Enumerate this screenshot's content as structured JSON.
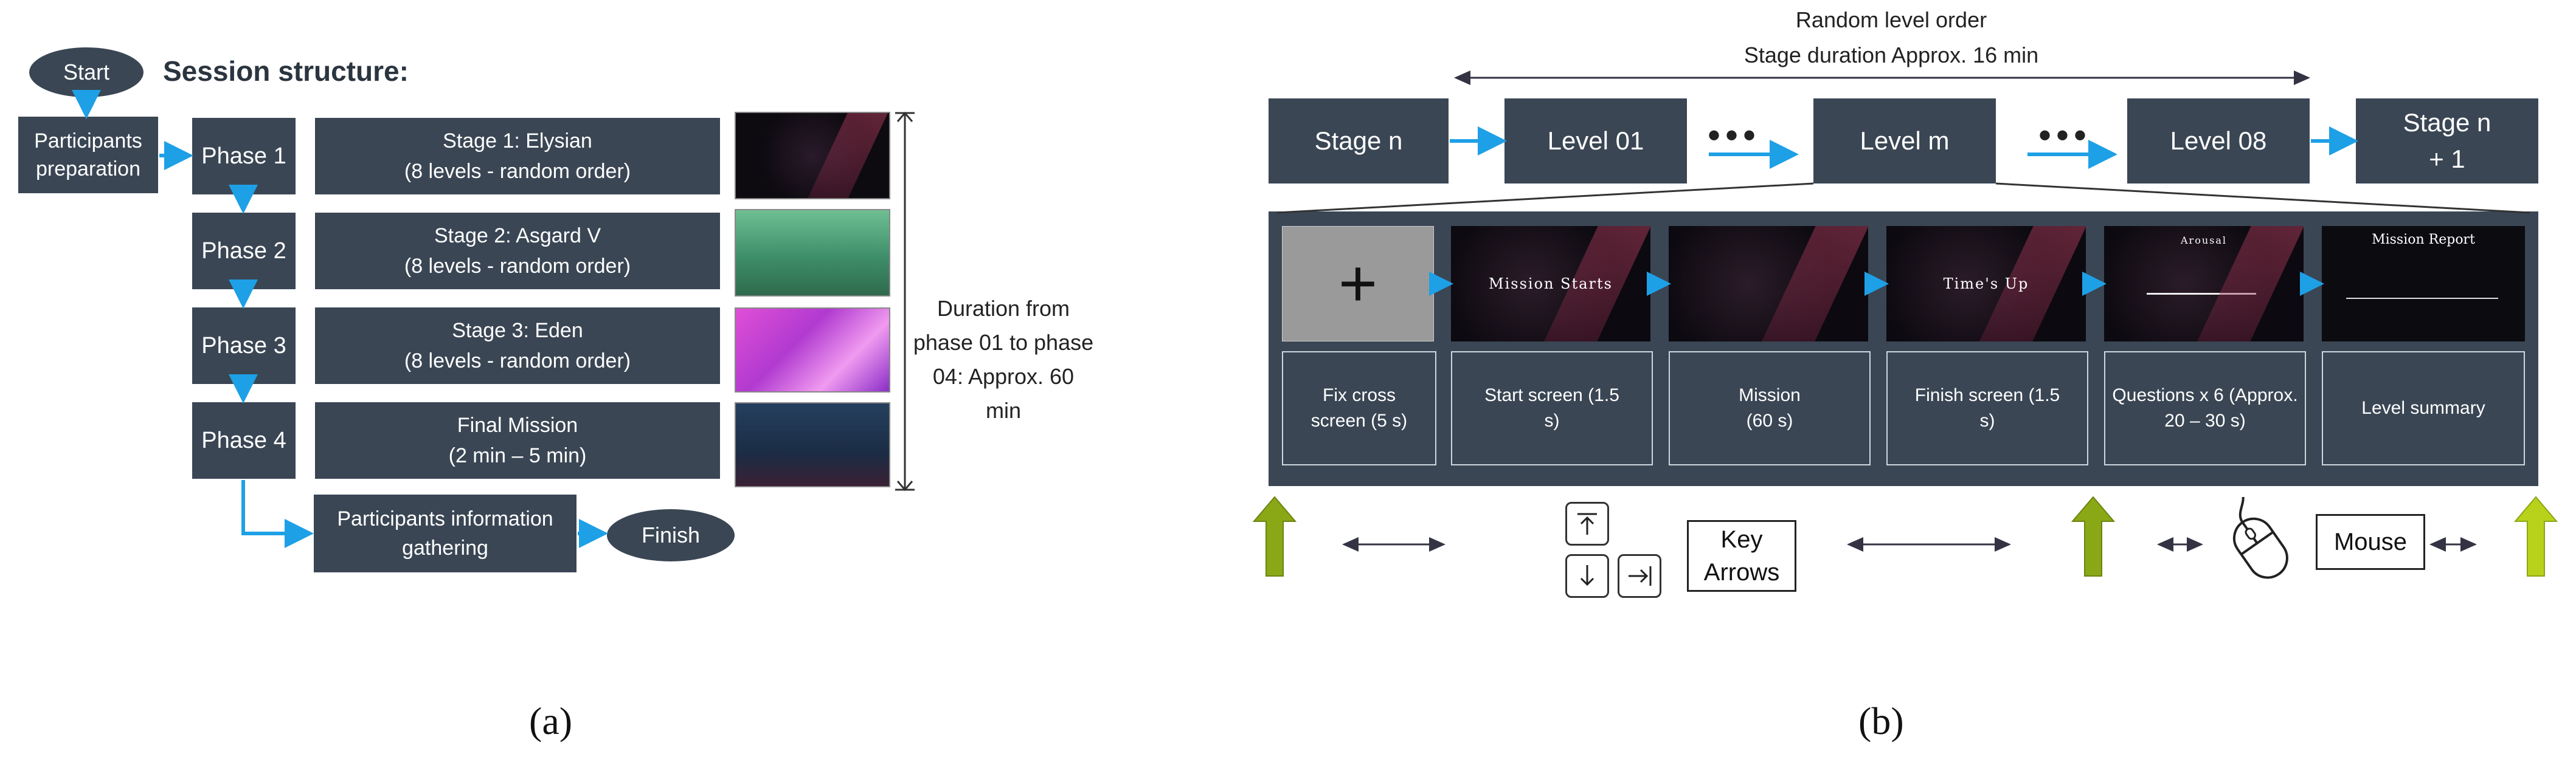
{
  "panel_a": {
    "title": "Session structure:",
    "start": "Start",
    "finish": "Finish",
    "participants_preparation": "Participants preparation",
    "phases": [
      "Phase 1",
      "Phase 2",
      "Phase 3",
      "Phase 4"
    ],
    "stages": [
      {
        "line1": "Stage 1: Elysian",
        "line2": "(8 levels - random order)"
      },
      {
        "line1": "Stage 2: Asgard V",
        "line2": "(8 levels - random order)"
      },
      {
        "line1": "Stage 3: Eden",
        "line2": "(8 levels - random order)"
      },
      {
        "line1": "Final Mission",
        "line2": "(2 min – 5 min)"
      }
    ],
    "info_gathering": "Participants information gathering",
    "duration": "Duration from phase 01 to phase 04: Approx. 60 min",
    "caption": "(a)"
  },
  "panel_b": {
    "random_order": "Random level order",
    "stage_duration": "Stage duration Approx. 16 min",
    "stage_n": "Stage n",
    "level_01": "Level 01",
    "level_m": "Level m",
    "level_08": "Level 08",
    "stage_n1": "Stage n + 1",
    "dots": "•••",
    "shots": [
      {
        "text": "+"
      },
      {
        "text": "Mission Starts"
      },
      {
        "text": ""
      },
      {
        "text": "Time's Up"
      },
      {
        "text": "Arousal"
      },
      {
        "text": "Mission Report"
      }
    ],
    "labels": [
      "Fix cross screen (5 s)",
      "Start screen (1.5 s)",
      "Mission (60 s)",
      "Finish screen (1.5 s)",
      "Questions x 6 (Approx. 20 – 30 s)",
      "Level summary"
    ],
    "key_arrows": "Key Arrows",
    "mouse": "Mouse",
    "caption": "(b)"
  },
  "colors": {
    "box": "#3a4654",
    "arrow_blue": "#1ea0e6",
    "green_arrow": "#8aa815"
  }
}
